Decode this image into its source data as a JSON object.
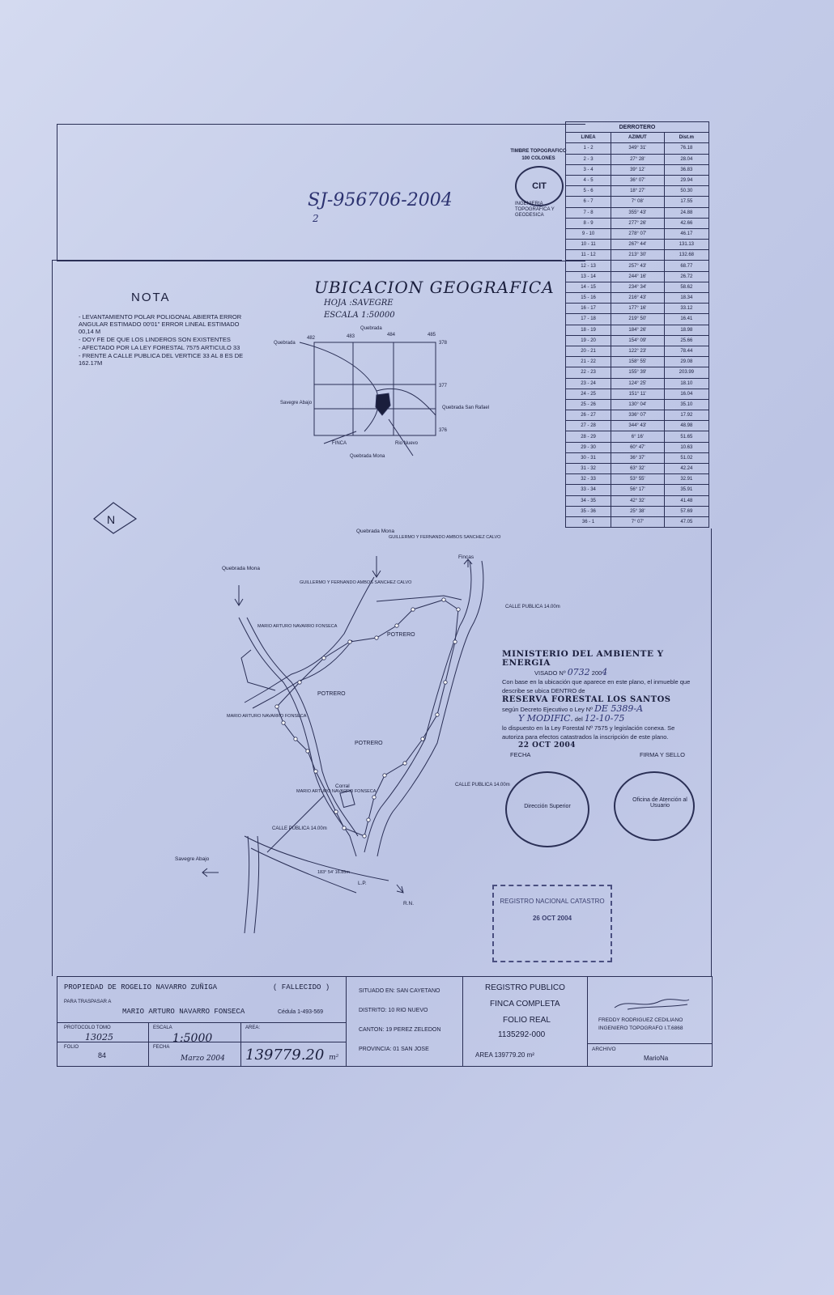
{
  "case_number": "SJ-956706-2004",
  "case_number_mark": "2",
  "timbre": {
    "title": "TIMBRE TOPOGRAFICO",
    "amount": "100 COLONES",
    "logo": "CIT",
    "logo_text": "INGENIERIA TOPOGRAFICA Y GEODESICA"
  },
  "ubicacion": {
    "title": "UBICACION GEOGRAFICA",
    "hoja": "HOJA :SAVEGRE",
    "escala": "ESCALA 1:50000",
    "grid_x": [
      "482",
      "483",
      "484",
      "485"
    ],
    "grid_y": [
      "378",
      "377",
      "376"
    ],
    "labels": [
      "Quebrada",
      "Quebrada",
      "Savegre Abajo",
      "Quebrada San Rafael",
      "FINCA",
      "Quebrada Mona",
      "Rio Nuevo"
    ]
  },
  "nota": {
    "title": "NOTA",
    "items": [
      "- Levantamiento polar poligonal abierta error angular estimado 00'01\" error lineal estimado 00,14 m",
      "- Doy fe de que los linderos son existentes",
      "- Afectado por la Ley Forestal 7575 articulo 33",
      "- Frente a calle publica del vertice 33 al 8 es de 162.17m"
    ]
  },
  "derrotero": {
    "title": "DERROTERO",
    "headers": [
      "LINEA",
      "AZIMUT",
      "Dist.m"
    ],
    "rows": [
      [
        "1 - 2",
        "349° 31'",
        "76.18"
      ],
      [
        "2 - 3",
        "27° 28'",
        "28.04"
      ],
      [
        "3 - 4",
        "39° 12'",
        "36.83"
      ],
      [
        "4 - 5",
        "36° 07'",
        "29.94"
      ],
      [
        "5 - 6",
        "18° 27'",
        "50.30"
      ],
      [
        "6 - 7",
        "7° 08'",
        "17.55"
      ],
      [
        "7 - 8",
        "355° 43'",
        "24.88"
      ],
      [
        "8 - 9",
        "277° 26'",
        "42.66"
      ],
      [
        "9 - 10",
        "278° 07'",
        "46.17"
      ],
      [
        "10 - 11",
        "267° 44'",
        "131.13"
      ],
      [
        "11 - 12",
        "213° 30'",
        "132.68"
      ],
      [
        "12 - 13",
        "257° 43'",
        "68.77"
      ],
      [
        "13 - 14",
        "244° 16'",
        "26.72"
      ],
      [
        "14 - 15",
        "234° 34'",
        "58.62"
      ],
      [
        "15 - 16",
        "216° 43'",
        "18.34"
      ],
      [
        "16 - 17",
        "177° 16'",
        "33.12"
      ],
      [
        "17 - 18",
        "219° 50'",
        "16.41"
      ],
      [
        "18 - 19",
        "184° 26'",
        "18.98"
      ],
      [
        "19 - 20",
        "154° 09'",
        "25.66"
      ],
      [
        "20 - 21",
        "122° 23'",
        "78.44"
      ],
      [
        "21 - 22",
        "158° 55'",
        "29.08"
      ],
      [
        "22 - 23",
        "155° 39'",
        "203.99"
      ],
      [
        "23 - 24",
        "124° 25'",
        "18.10"
      ],
      [
        "24 - 25",
        "151° 11'",
        "16.04"
      ],
      [
        "25 - 26",
        "130° 04'",
        "35.10"
      ],
      [
        "26 - 27",
        "336° 07'",
        "17.92"
      ],
      [
        "27 - 28",
        "344° 43'",
        "48.98"
      ],
      [
        "28 - 29",
        "6° 16'",
        "51.65"
      ],
      [
        "29 - 30",
        "60° 47'",
        "10.63"
      ],
      [
        "30 - 31",
        "36° 37'",
        "51.02"
      ],
      [
        "31 - 32",
        "63° 32'",
        "42.24"
      ],
      [
        "32 - 33",
        "53° 55'",
        "32.91"
      ],
      [
        "33 - 34",
        "56° 17'",
        "35.91"
      ],
      [
        "34 - 35",
        "42° 32'",
        "41.48"
      ],
      [
        "35 - 36",
        "25° 38'",
        "57.69"
      ],
      [
        "36 - 1",
        "7° 07'",
        "47.05"
      ]
    ]
  },
  "plan": {
    "labels": {
      "quebrada_mona_top": "Quebrada Mona",
      "quebrada_mona_left": "Quebrada Mona",
      "guillermo_top": "GUILLERMO Y FERNANDO AMBOS SANCHEZ CALVO",
      "guillermo_mid": "GUILLERMO Y FERNANDO AMBOS SANCHEZ CALVO",
      "fincas": "Fincas",
      "mario_1": "MARIO ARTURO NAVARRO FONSECA",
      "mario_2": "MARIO ARTURO NAVARRO FONSECA",
      "mario_3": "MARIO ARTURO NAVARRO FONSECA",
      "potrero_1": "POTRERO",
      "potrero_2": "POTRERO",
      "potrero_3": "POTRERO",
      "calle_1": "CALLE PUBLICA 14.00m",
      "calle_2": "CALLE PUBLICA 14.00m",
      "calle_3": "CALLE PUBLICA 14.00m",
      "corral": "Corral",
      "savegre": "Savegre Abajo",
      "lp": "L.P.",
      "rio": "R.N.",
      "azimut_note": "183° 54' 16.85m"
    }
  },
  "minae": {
    "title": "MINISTERIO DEL AMBIENTE Y ENERGIA",
    "visado_label": "VISADO Nº",
    "visado_num": "0732",
    "visado_year_prefix": "200",
    "visado_year": "4",
    "text1": "Con base en la ubicación que aparece en este plano, el inmueble que describe se ubica DENTRO de",
    "reserva": "RESERVA FORESTAL LOS SANTOS",
    "decreto_label": "según Decreto Ejecutivo o Ley Nº",
    "decreto_num": "DE 5389-A",
    "modif": "Y MODIFIC.",
    "del_label": "del",
    "del_date": "12-10-75",
    "text2": "lo dispuesto en la Ley Forestal Nº 7575 y legislación conexa. Se autoriza para efectos catastrados la inscripción de este plano.",
    "date": "22 OCT 2004",
    "fecha_label": "FECHA",
    "firma_label": "FIRMA Y SELLO",
    "seal1": "Dirección Superior",
    "seal2": "Oficina de Atención al Usuario"
  },
  "registro_stamp": {
    "text": "REGISTRO NACIONAL CATASTRO",
    "date": "26 OCT 2004"
  },
  "title_block": {
    "propiedad": "PROPIEDAD DE ROGELIO NAVARRO ZUÑIGA",
    "fallecido": "( FALLECIDO )",
    "traspasar_label": "PARA TRASPASAR A",
    "traspasar": "MARIO ARTURO NAVARRO FONSECA",
    "cedula": "Cédula 1-493-569",
    "protocolo_label": "PROTOCOLO TOMO",
    "protocolo": "13025",
    "escala_label": "ESCALA",
    "escala": "1:5000",
    "area_label": "AREA:",
    "area": "139779.20",
    "area_unit": "m²",
    "folio_label": "FOLIO",
    "folio": "84",
    "fecha_label": "FECHA",
    "fecha": "Marzo 2004",
    "situado": "SITUADO EN: SAN CAYETANO",
    "distrito": "DISTRITO: 10 RIO NUEVO",
    "canton": "CANTON: 19 PEREZ ZELEDON",
    "provincia": "PROVINCIA: 01 SAN JOSE",
    "registro": "REGISTRO PUBLICO",
    "finca": "FINCA COMPLETA",
    "folio_real": "FOLIO REAL",
    "folio_real_num": "1135292-000",
    "area_reg": "AREA 139779.20",
    "area_reg_unit": "m²",
    "ingeniero": "FREDDY RODRIGUEZ CEDILIANO",
    "ingeniero_title": "INGENIERO TOPOGRAFO I.T.6868",
    "archivo_label": "ARCHIVO",
    "archivo": "MarioNa"
  }
}
